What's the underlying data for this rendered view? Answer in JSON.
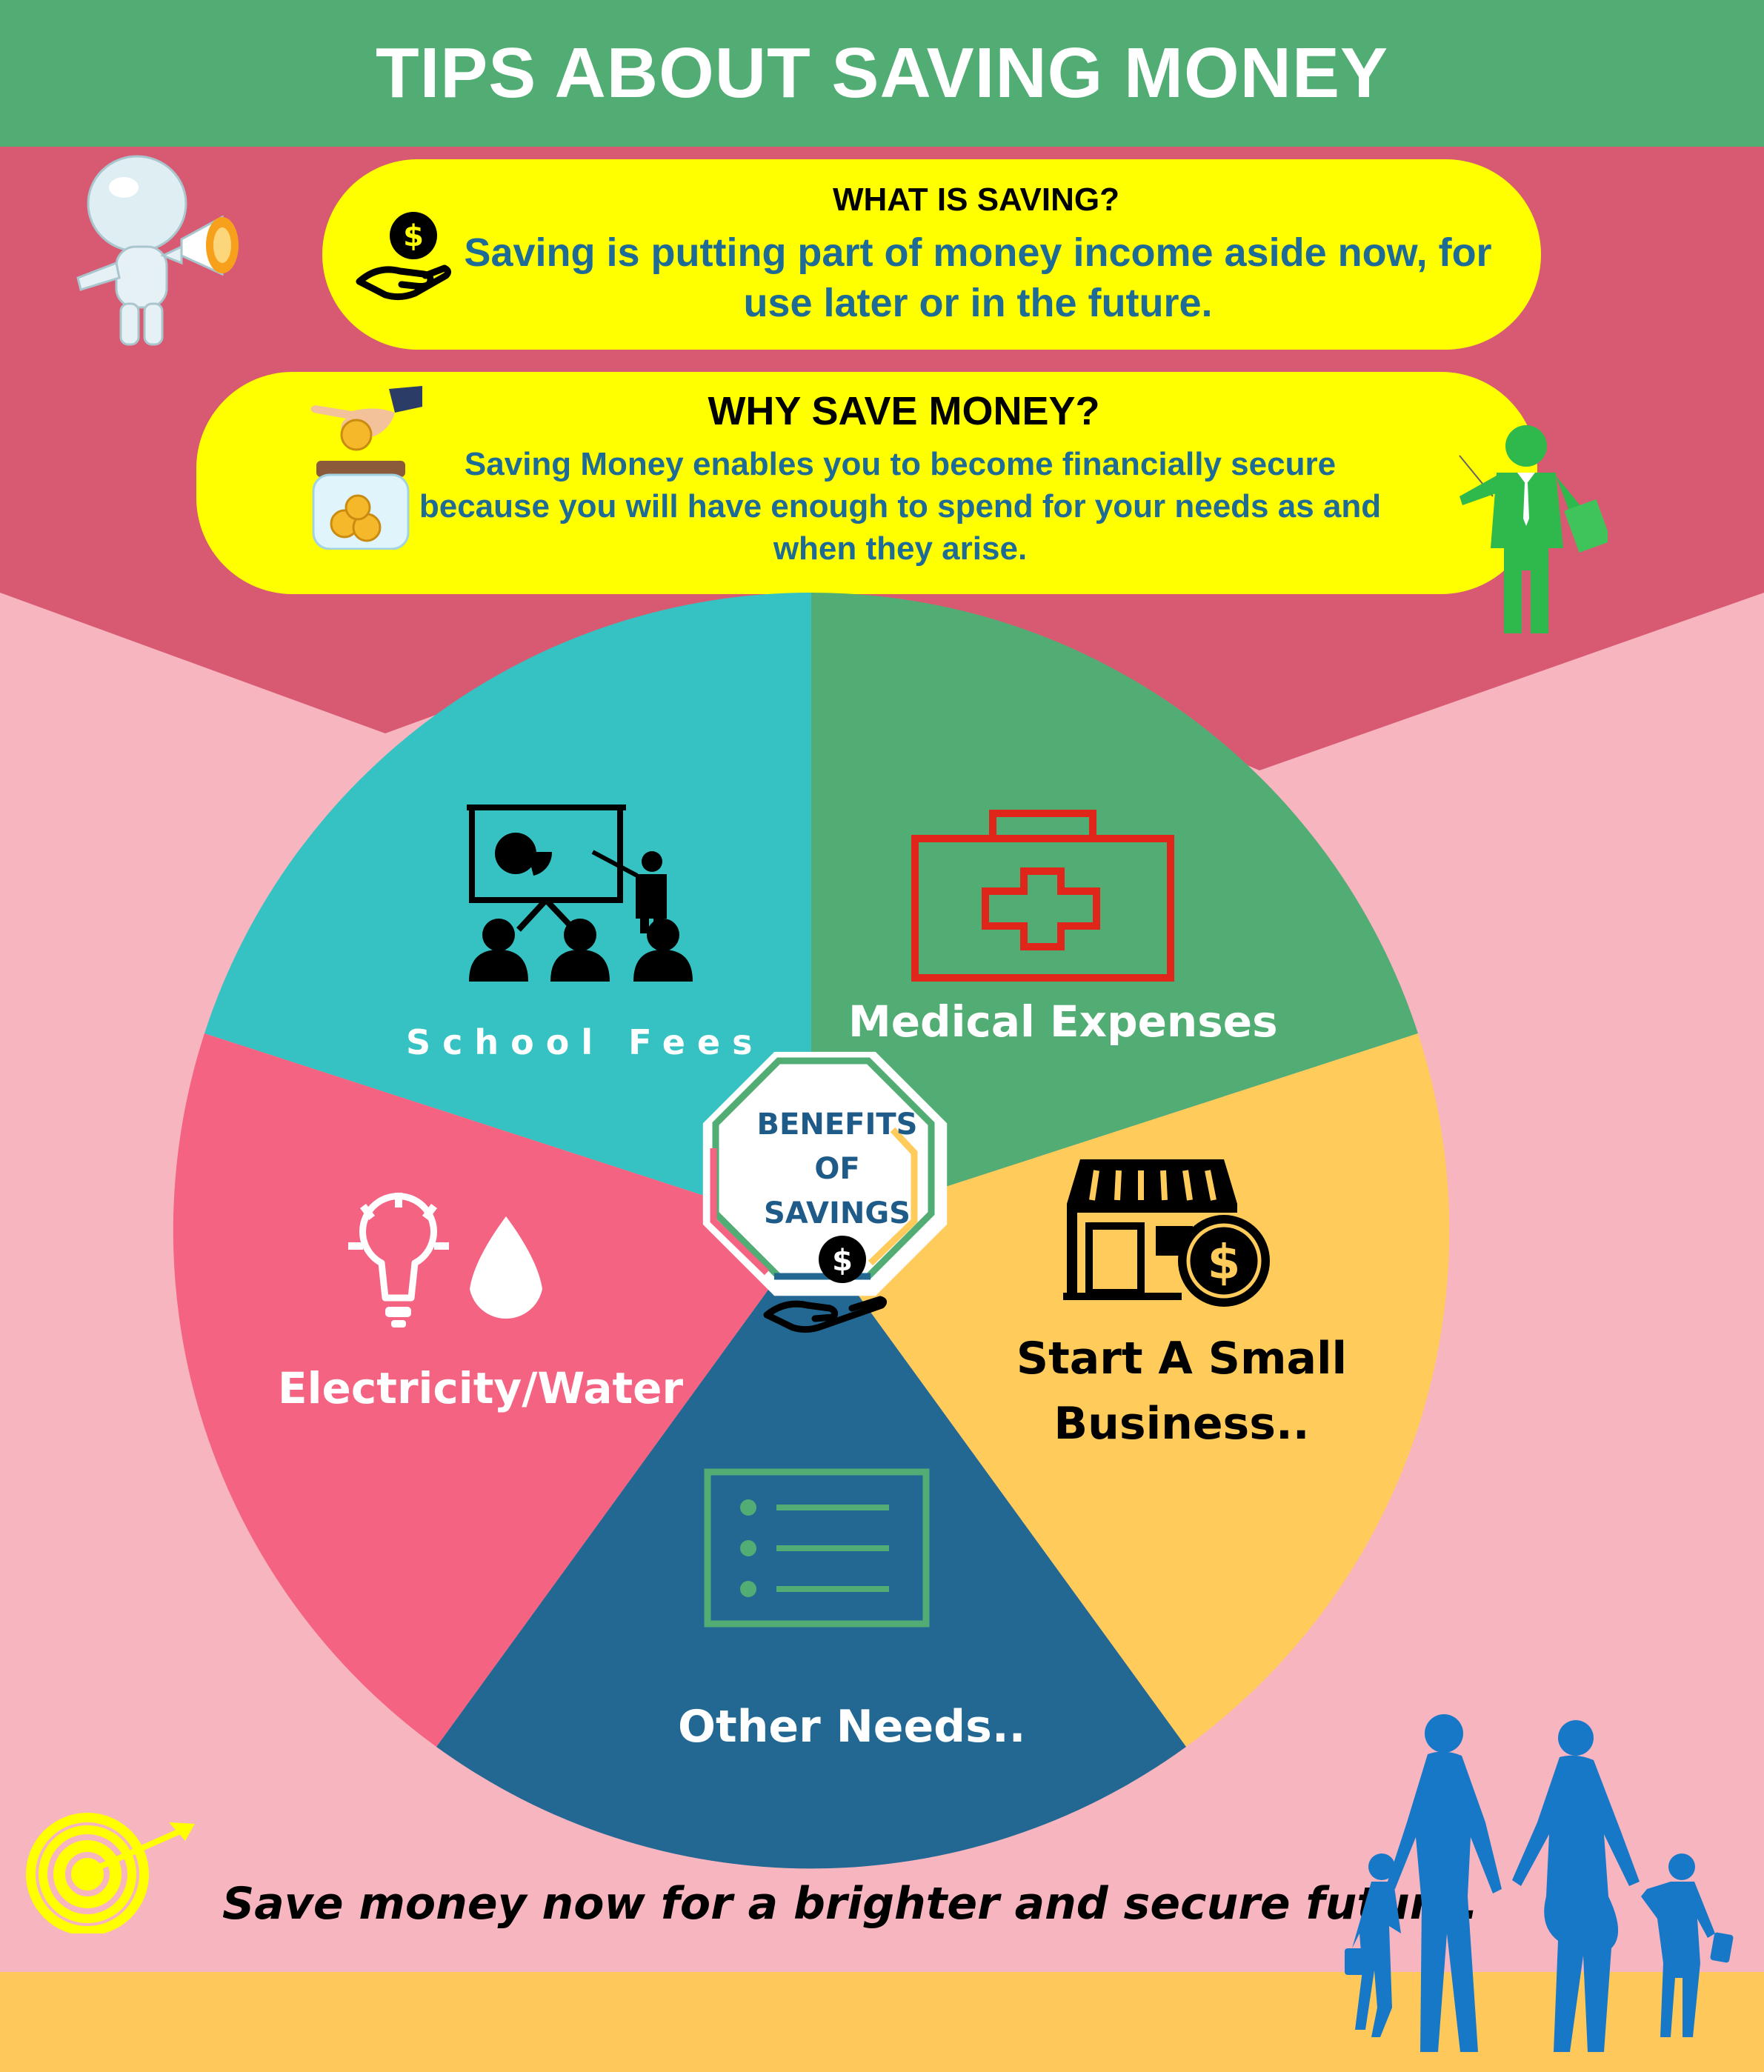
{
  "header": {
    "title": "TIPS ABOUT SAVING MONEY"
  },
  "what_is_saving": {
    "title": "WHAT IS SAVING?",
    "text": "Saving is putting part of money income aside now, for use later or in the future."
  },
  "why_save": {
    "title": "WHY SAVE MONEY?",
    "text": "Saving Money enables you to become financially secure because you will have enough to spend for your needs as and when they arise."
  },
  "benefits": {
    "center_title_line1": "BENEFITS",
    "center_title_line2": "OF",
    "center_title_line3": "SAVINGS",
    "segments": [
      {
        "label": "School Fees",
        "color": "#36c2c2",
        "icon": "presentation-audience-icon"
      },
      {
        "label": "Medical Expenses",
        "color": "#52ad74",
        "icon": "first-aid-kit-icon"
      },
      {
        "label_line1": "Start A Small",
        "label_line2": "Business..",
        "color": "#ffcb5a",
        "icon": "shop-dollar-icon"
      },
      {
        "label": "Other Needs..",
        "color": "#226892",
        "icon": "checklist-icon"
      },
      {
        "label": "Electricity/Water",
        "color": "#f46482",
        "icon": "bulb-water-drop-icon"
      }
    ]
  },
  "tagline": "Save money now for a brighter and secure future.",
  "colors": {
    "header_bg": "#52ad74",
    "top_band": "#d85a72",
    "page_bg": "#f7b5c0",
    "pill_bg": "#ffff00",
    "text_blue": "#1e6b96",
    "bottom_band": "#fec95a"
  }
}
